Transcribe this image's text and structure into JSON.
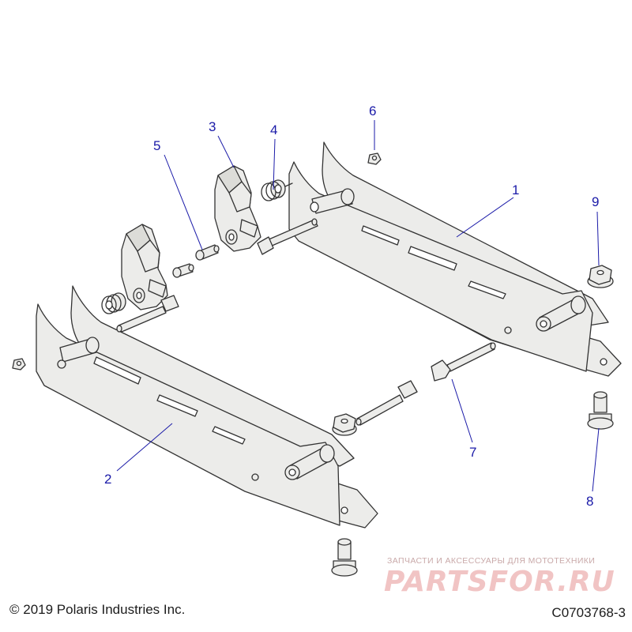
{
  "figure_id": "C0703768-3",
  "copyright": "© 2019 Polaris Industries Inc.",
  "watermark": {
    "tagline": "ЗАПЧАСТИ И АКСЕССУАРЫ ДЛЯ МОТОТЕХНИКИ",
    "brand": "PARTSFOR.RU"
  },
  "callouts": [
    {
      "id": "1",
      "part": "rear-seat-rail"
    },
    {
      "id": "2",
      "part": "front-seat-rail"
    },
    {
      "id": "3",
      "part": "seat-latch"
    },
    {
      "id": "4",
      "part": "latch-spring"
    },
    {
      "id": "5",
      "part": "pivot-pin"
    },
    {
      "id": "6",
      "part": "small-nut"
    },
    {
      "id": "7",
      "part": "flange-bolt"
    },
    {
      "id": "8",
      "part": "mounting-bolt"
    },
    {
      "id": "9",
      "part": "flange-nut"
    }
  ],
  "colors": {
    "part_fill": "#ececea",
    "part_stroke": "#333333",
    "leader": "#1a1aa8",
    "callout_text": "#1a1aa8"
  }
}
